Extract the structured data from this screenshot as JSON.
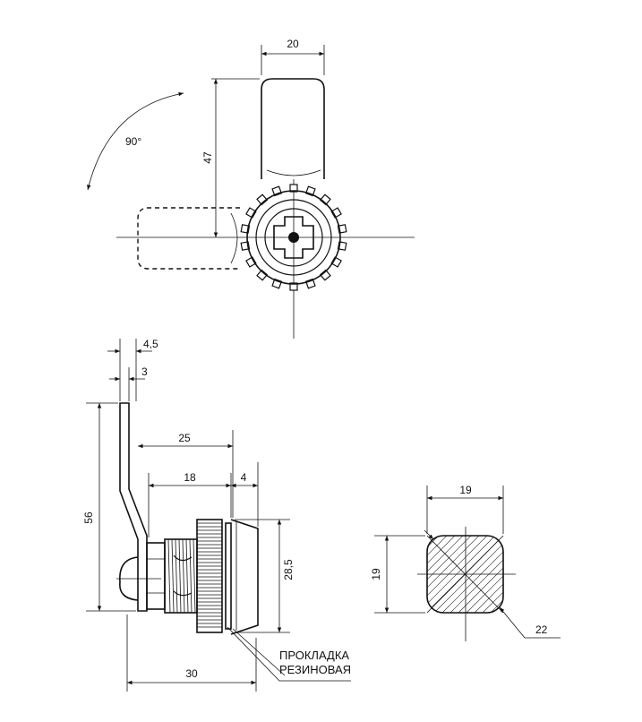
{
  "top_view": {
    "dim_width": "20",
    "dim_height": "47",
    "angle": "90°"
  },
  "side_view": {
    "dim_4_5": "4,5",
    "dim_3": "3",
    "dim_25": "25",
    "dim_18": "18",
    "dim_4": "4",
    "dim_56": "56",
    "dim_28_5": "28,5",
    "dim_30": "30",
    "gasket_line1": "ПРОКЛАДКА",
    "gasket_line2": "РЕЗИНОВАЯ"
  },
  "section_view": {
    "dim_width": "19",
    "dim_height": "19",
    "dim_radius": "22"
  }
}
